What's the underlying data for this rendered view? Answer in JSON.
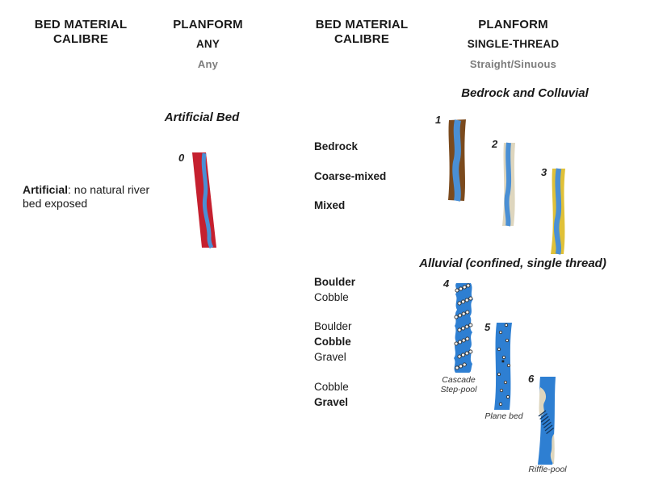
{
  "colors": {
    "background": "#ffffff",
    "heading_text": "#1a1a1a",
    "muted_text": "#7d7d7d",
    "stream_blue": "#4a8fd4",
    "alluvial_blue": "#2e7fd2",
    "artificial_red": "#c5202f",
    "bedrock_brown": "#7b4a1d",
    "coarse_mixed_cream": "#ded6be",
    "mixed_yellow": "#e0c138",
    "point_bar_cream": "#ded6be",
    "hatch_dark": "#14365c",
    "dot_fill": "#f5f5f5",
    "dot_stroke": "#2b2b2b"
  },
  "left_panel": {
    "calibre_header": {
      "line1": "BED MATERIAL",
      "line2": "CALIBRE"
    },
    "planform_header": "PLANFORM",
    "planform_category": "ANY",
    "planform_style": "Any",
    "section_title": "Artificial Bed",
    "note": {
      "lead": "Artificial",
      "rest": ": no natural river bed exposed"
    },
    "channel": {
      "number": "0",
      "name": "artificial-bed-channel"
    }
  },
  "right_panel": {
    "calibre_header": {
      "line1": "BED MATERIAL",
      "line2": "CALIBRE"
    },
    "planform_header": "PLANFORM",
    "planform_category": "SINGLE-THREAD",
    "planform_style": "Straight/Sinuous",
    "bedrock_section": {
      "title": "Bedrock and Colluvial",
      "calibre_labels": [
        {
          "text": "Bedrock",
          "dominant": true
        },
        {
          "text": "Coarse-mixed",
          "dominant": true
        },
        {
          "text": "Mixed",
          "dominant": true
        }
      ],
      "channels": [
        {
          "number": "1",
          "name": "bedrock-channel"
        },
        {
          "number": "2",
          "name": "coarse-mixed-channel"
        },
        {
          "number": "3",
          "name": "mixed-channel"
        }
      ]
    },
    "alluvial_section": {
      "title": "Alluvial (confined, single thread)",
      "calibre_groups": [
        {
          "labels": [
            {
              "text": "Boulder",
              "dominant": true
            },
            {
              "text": "Cobble",
              "dominant": false
            }
          ]
        },
        {
          "labels": [
            {
              "text": "Boulder",
              "dominant": false
            },
            {
              "text": "Cobble",
              "dominant": true
            },
            {
              "text": "Gravel",
              "dominant": false
            }
          ]
        },
        {
          "labels": [
            {
              "text": "Cobble",
              "dominant": false
            },
            {
              "text": "Gravel",
              "dominant": true
            }
          ]
        }
      ],
      "channels": [
        {
          "number": "4",
          "caption_line1": "Cascade",
          "caption_line2": "Step-pool",
          "name": "cascade-step-pool-channel"
        },
        {
          "number": "5",
          "caption": "Plane bed",
          "name": "plane-bed-channel"
        },
        {
          "number": "6",
          "caption": "Riffle-pool",
          "name": "riffle-pool-channel"
        }
      ]
    }
  }
}
